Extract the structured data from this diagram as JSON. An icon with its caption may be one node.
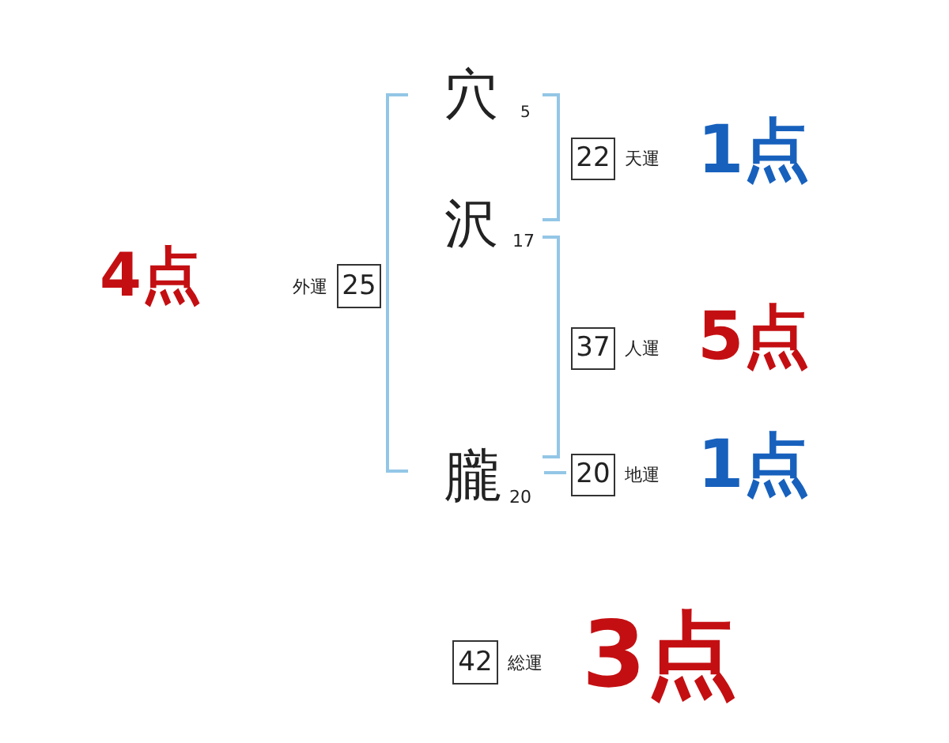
{
  "diagram": {
    "nodes": [
      {
        "text": [
          "22"
        ],
        "beside": [
          "天運"
        ]
      },
      {
        "text": [
          "25"
        ],
        "beside": [
          "外運"
        ]
      },
      {
        "text": [
          "37"
        ],
        "beside": [
          "人運"
        ]
      },
      {
        "text": [
          "20"
        ],
        "beside": [
          "地運"
        ]
      },
      {
        "text": [
          "42"
        ],
        "beside": [
          "総運"
        ]
      }
    ],
    "labels": [
      "穴",
      "5",
      "1点",
      "沢",
      "17",
      "4点",
      "5点",
      "朧",
      "20",
      "1点",
      "3点"
    ]
  }
}
